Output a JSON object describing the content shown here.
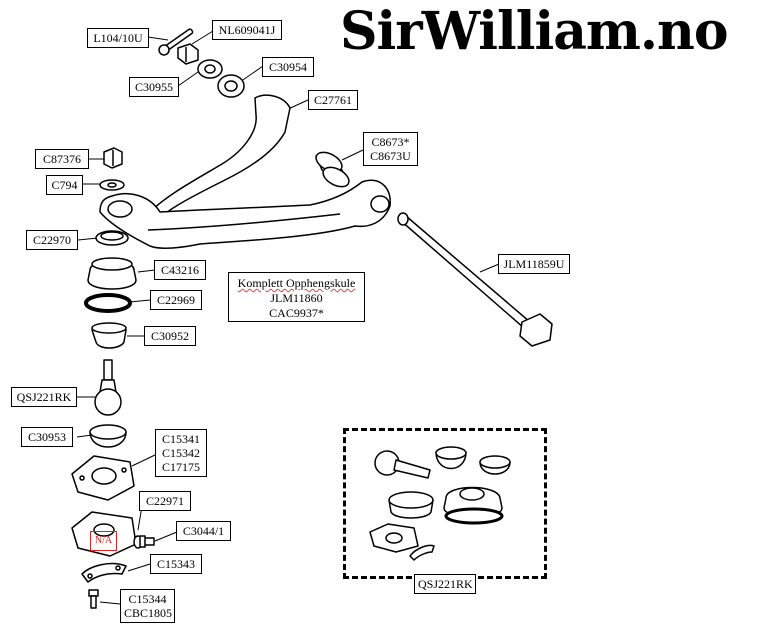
{
  "brand": {
    "title": "SirWilliam.no"
  },
  "labels": {
    "l104": "L104/10U",
    "nl609041j": "NL609041J",
    "c30954": "C30954",
    "c30955": "C30955",
    "c27761": "C27761",
    "c8673": "C8673*",
    "c8673u": "C8673U",
    "c87376": "C87376",
    "c794": "C794",
    "c22970": "C22970",
    "c43216": "C43216",
    "jlm11859u": "JLM11859U",
    "c22969": "C22969",
    "c30952": "C30952",
    "qsj221rk": "QSJ221RK",
    "c30953": "C30953",
    "c15341": "C15341",
    "c15342": "C15342",
    "c17175": "C17175",
    "c22971": "C22971",
    "c3044": "C3044/1",
    "c15343": "C15343",
    "c15344": "C15344",
    "cbc1805": "CBC1805",
    "kit": "QSJ221RK"
  },
  "note": {
    "line1": "Komplett Opphengskule",
    "line2": "JLM11860",
    "line3": "CAC9937*"
  },
  "stamp": {
    "text": "N/A"
  }
}
